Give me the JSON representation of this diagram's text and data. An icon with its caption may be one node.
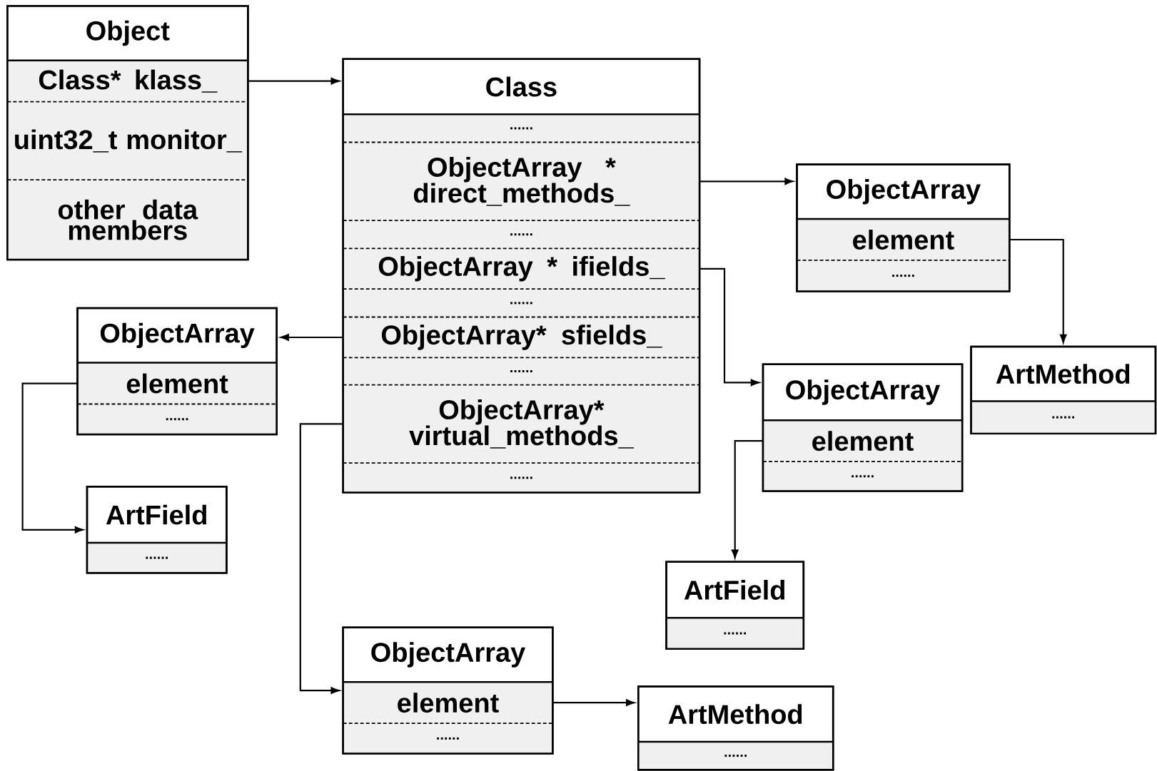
{
  "diagram": {
    "nodes": [
      {
        "text": [
          "Object"
        ]
      },
      {
        "text": [
          "Class* klass_"
        ],
        "in": 0
      },
      {
        "text": [
          "uint32_t monitor_"
        ],
        "in": 0
      },
      {
        "text": [
          "other data members"
        ],
        "in": 0
      },
      {
        "text": [
          "Class"
        ]
      },
      {
        "text": [
          "......"
        ],
        "in": 4
      },
      {
        "text": [
          "ObjectArray * direct_methods_"
        ],
        "in": 4
      },
      {
        "text": [
          "......"
        ],
        "in": 4
      },
      {
        "text": [
          "ObjectArray * ifields_"
        ],
        "in": 4
      },
      {
        "text": [
          "......"
        ],
        "in": 4
      },
      {
        "text": [
          "ObjectArray* sfields_"
        ],
        "in": 4
      },
      {
        "text": [
          "......"
        ],
        "in": 4
      },
      {
        "text": [
          "ObjectArray* virtual_methods_"
        ],
        "in": 4
      },
      {
        "text": [
          "......"
        ],
        "in": 4
      },
      {
        "text": [
          "ObjectArray"
        ]
      },
      {
        "text": [
          "element"
        ],
        "in": 14
      },
      {
        "text": [
          "......"
        ],
        "in": 14
      },
      {
        "text": [
          "ArtMethod"
        ]
      },
      {
        "text": [
          "......"
        ],
        "in": 17
      },
      {
        "text": [
          "ObjectArray"
        ]
      },
      {
        "text": [
          "element"
        ],
        "in": 19
      },
      {
        "text": [
          "......"
        ],
        "in": 19
      },
      {
        "text": [
          "ArtField"
        ]
      },
      {
        "text": [
          "......"
        ],
        "in": 22
      },
      {
        "text": [
          "ObjectArray"
        ]
      },
      {
        "text": [
          "element"
        ],
        "in": 24
      },
      {
        "text": [
          "......"
        ],
        "in": 24
      },
      {
        "text": [
          "ArtField"
        ]
      },
      {
        "text": [
          "......"
        ],
        "in": 27
      },
      {
        "text": [
          "ObjectArray"
        ]
      },
      {
        "text": [
          "element"
        ],
        "in": 29
      },
      {
        "text": [
          "......"
        ],
        "in": 29
      },
      {
        "text": [
          "ArtMethod"
        ]
      },
      {
        "text": [
          "......"
        ],
        "in": 32
      }
    ],
    "edges": [
      {
        "from": 1,
        "to": 4,
        "arrow": "to"
      },
      {
        "from": 6,
        "to": 14,
        "arrow": "to"
      },
      {
        "from": 15,
        "to": 17,
        "arrow": "to"
      },
      {
        "from": 8,
        "to": 24,
        "arrow": "to"
      },
      {
        "from": 10,
        "to": 19,
        "arrow": "to"
      },
      {
        "from": 20,
        "to": 22,
        "arrow": "to"
      },
      {
        "from": 25,
        "to": 27,
        "arrow": "to"
      },
      {
        "from": 12,
        "to": 29,
        "arrow": "to"
      },
      {
        "from": 30,
        "to": 32,
        "arrow": "to"
      }
    ]
  }
}
